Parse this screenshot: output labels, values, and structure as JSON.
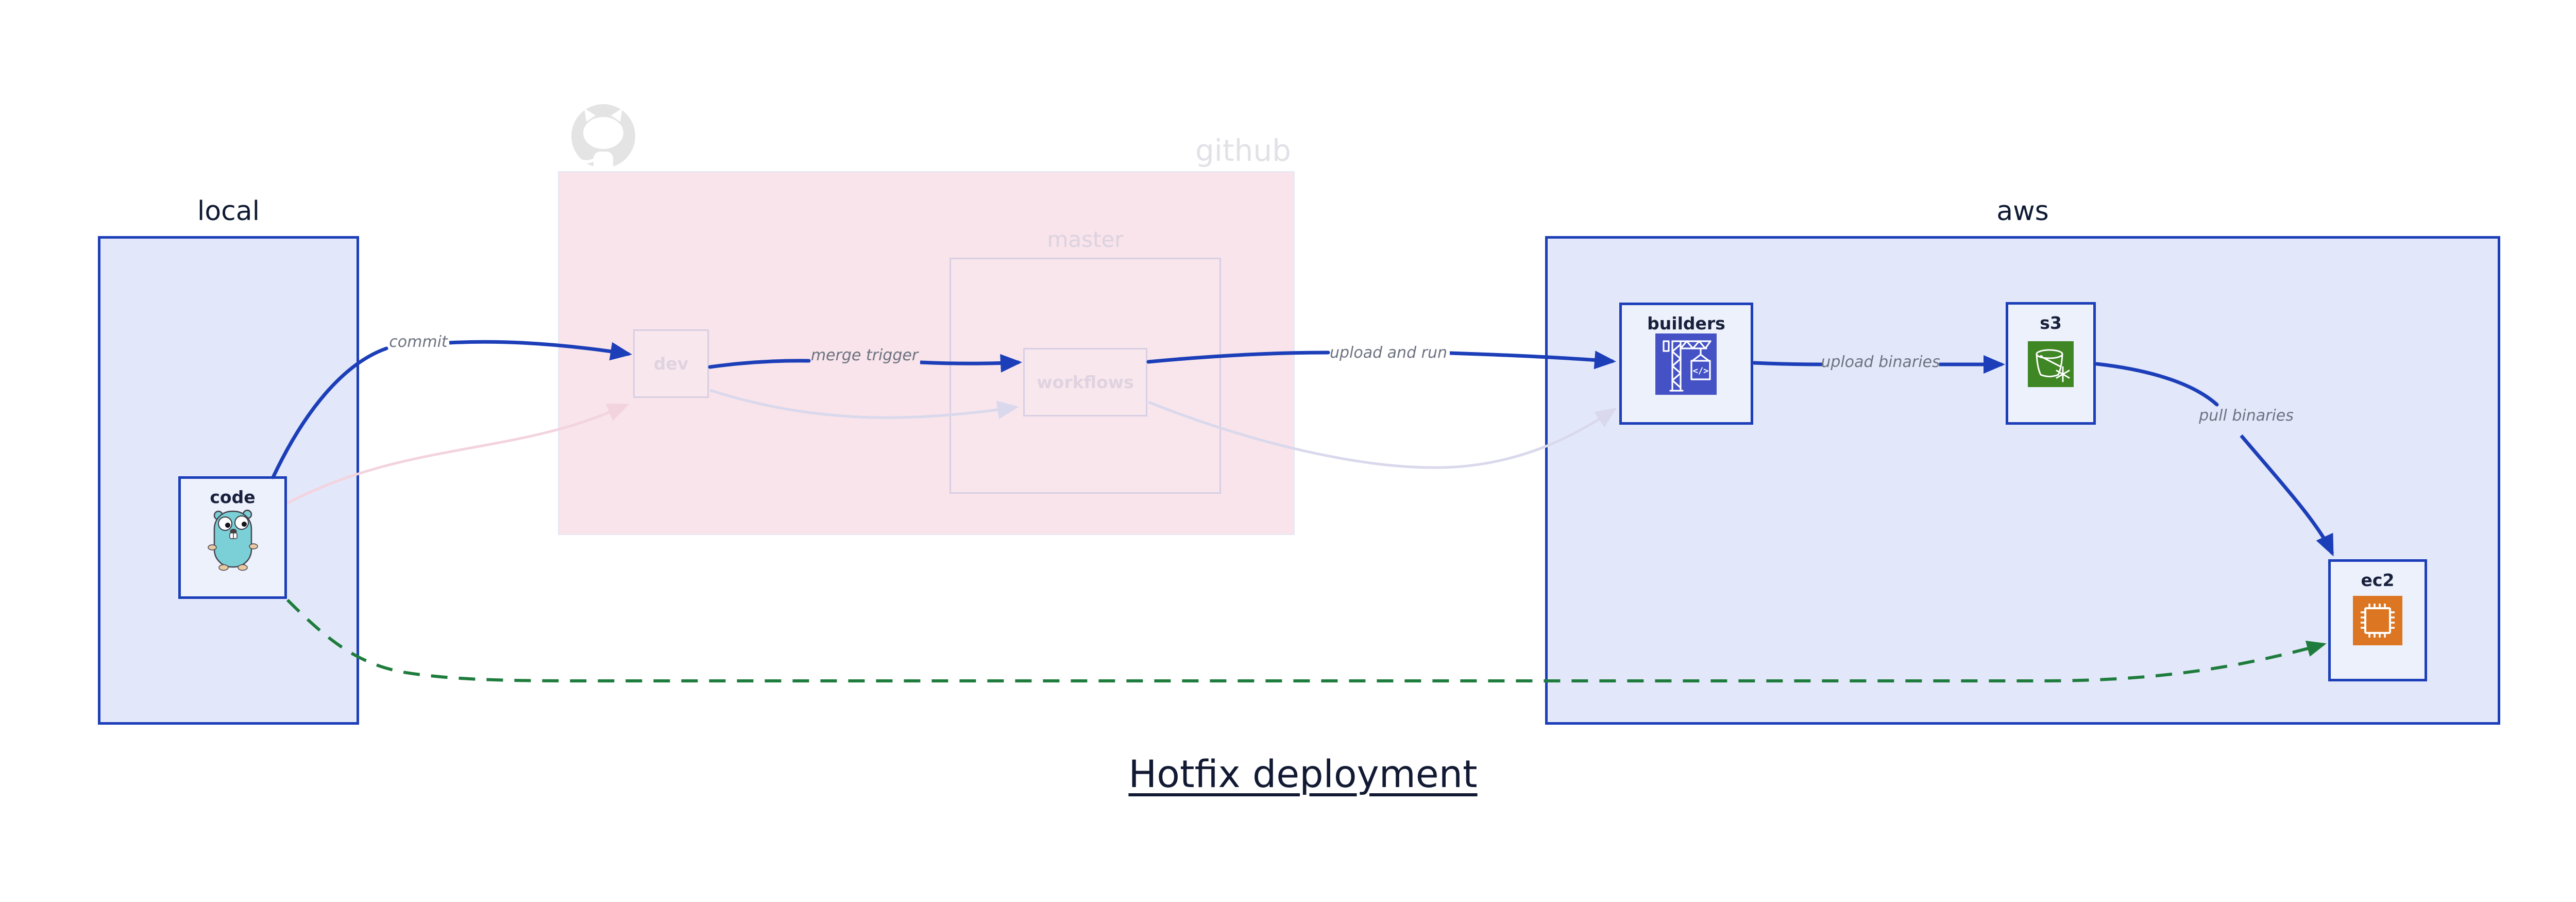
{
  "title": "Hotfix deployment",
  "groups": {
    "local": {
      "label": "local"
    },
    "github": {
      "label": "github"
    },
    "master": {
      "label": "master"
    },
    "aws": {
      "label": "aws"
    }
  },
  "nodes": {
    "code": {
      "label": "code",
      "icon": "go-gopher-icon"
    },
    "dev": {
      "label": "dev"
    },
    "workflows": {
      "label": "workflows"
    },
    "builders": {
      "label": "builders",
      "icon": "codebuild-crane-icon"
    },
    "s3": {
      "label": "s3",
      "icon": "s3-glacier-bucket-icon"
    },
    "ec2": {
      "label": "ec2",
      "icon": "ec2-chip-icon"
    }
  },
  "edges": {
    "commit": {
      "label": "commit",
      "from": "code",
      "to": "dev",
      "style": "solid-blue"
    },
    "merge_trigger": {
      "label": "merge trigger",
      "from": "dev",
      "to": "workflows",
      "style": "solid-blue"
    },
    "upload_and_run": {
      "label": "upload and run",
      "from": "workflows",
      "to": "builders",
      "style": "solid-blue"
    },
    "upload_binaries": {
      "label": "upload binaries",
      "from": "builders",
      "to": "s3",
      "style": "solid-blue"
    },
    "pull_binaries": {
      "label": "pull binaries",
      "from": "s3",
      "to": "ec2",
      "style": "solid-blue"
    },
    "hotfix_path": {
      "label": "",
      "from": "code",
      "to": "ec2",
      "style": "dashed-green"
    },
    "faded_commit": {
      "label": "",
      "from": "code",
      "to": "dev",
      "style": "faded-pink"
    },
    "faded_merge": {
      "label": "",
      "from": "dev",
      "to": "workflows",
      "style": "faded-lavender"
    },
    "faded_upload": {
      "label": "",
      "from": "workflows",
      "to": "builders",
      "style": "faded-lavender"
    }
  },
  "icons": {
    "github_logo": "github-octocat-icon",
    "codebuild_glyph": "</>"
  },
  "colors": {
    "container_border": "#1c3eb8",
    "container_fill": "#e2e8fa",
    "node_fill": "#edf1fc",
    "github_fill": "#f8e4ea",
    "faded_border": "#d8cfe3",
    "faded_text": "#e0d3e0",
    "edge_blue": "#1c3eb8",
    "edge_green": "#1e7c3c",
    "edge_faded_pink": "#f3d3de",
    "edge_faded_lavender": "#d9d8ec",
    "edge_label_gray": "#6c7280",
    "title_color": "#121a33",
    "github_logo_gray": "#e4e4e4",
    "codebuild_indigo": "#4452c6",
    "s3_green": "#3f8624",
    "ec2_orange": "#dd7622",
    "gopher_teal": "#7ad0d6"
  }
}
